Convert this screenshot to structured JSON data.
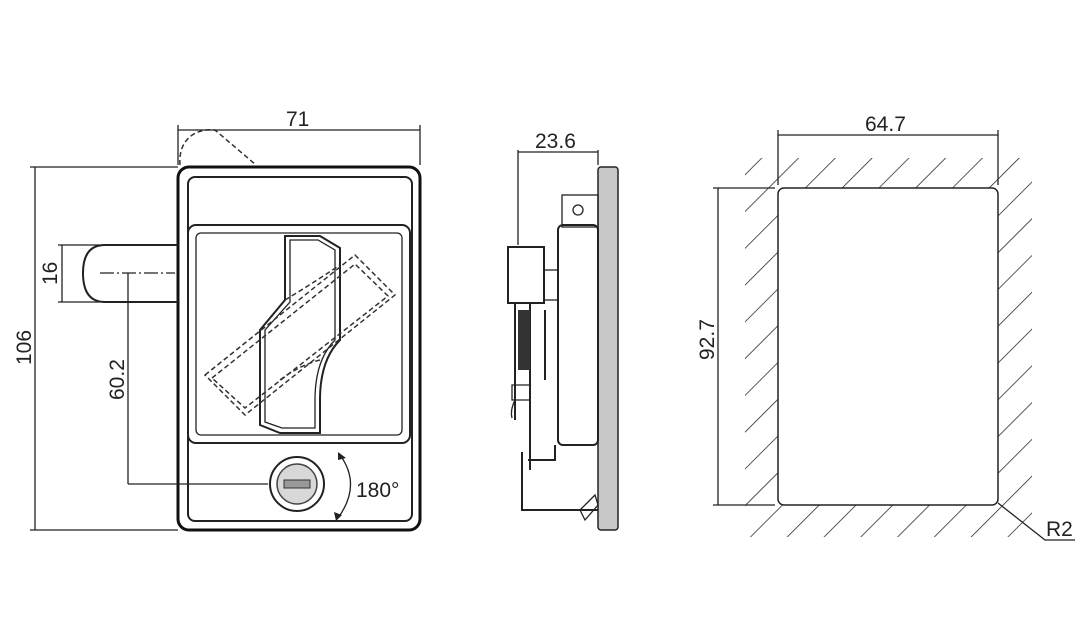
{
  "front_view": {
    "width_dim": "71",
    "height_dim": "106",
    "bolt_dim": "16",
    "offset_dim": "60.2",
    "rotation_label": "180°"
  },
  "side_view": {
    "depth_dim": "23.6"
  },
  "cutout_view": {
    "width_dim": "64.7",
    "height_dim": "92.7",
    "radius_label": "R2"
  }
}
